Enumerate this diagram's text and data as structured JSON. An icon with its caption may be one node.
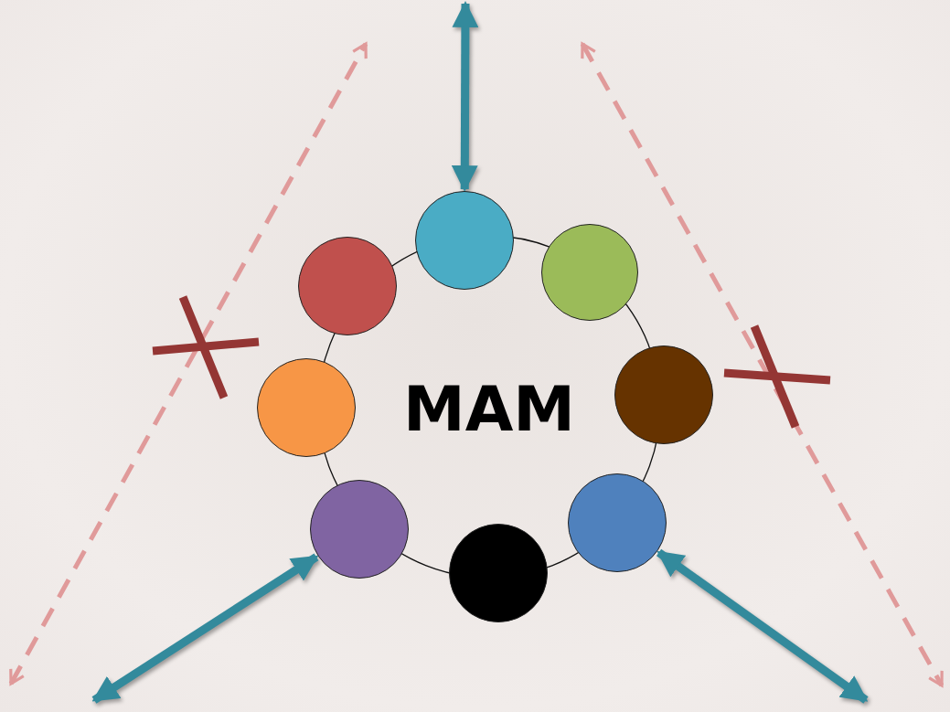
{
  "diagram": {
    "nodes": [
      {
        "text": [
          "MAM"
        ]
      },
      {
        "text": [],
        "shape": "circle"
      },
      {
        "text": [],
        "shape": "circle"
      },
      {
        "text": [],
        "shape": "circle"
      },
      {
        "text": [],
        "shape": "circle"
      },
      {
        "text": [],
        "shape": "circle"
      },
      {
        "text": [],
        "shape": "circle"
      },
      {
        "text": [],
        "shape": "circle"
      },
      {
        "text": [],
        "shape": "circle"
      }
    ],
    "edges": [
      {
        "from": null,
        "to": 1,
        "arrow": "both"
      },
      {
        "from": null,
        "to": 7,
        "arrow": "both"
      },
      {
        "from": null,
        "to": 6,
        "arrow": "both"
      }
    ]
  }
}
